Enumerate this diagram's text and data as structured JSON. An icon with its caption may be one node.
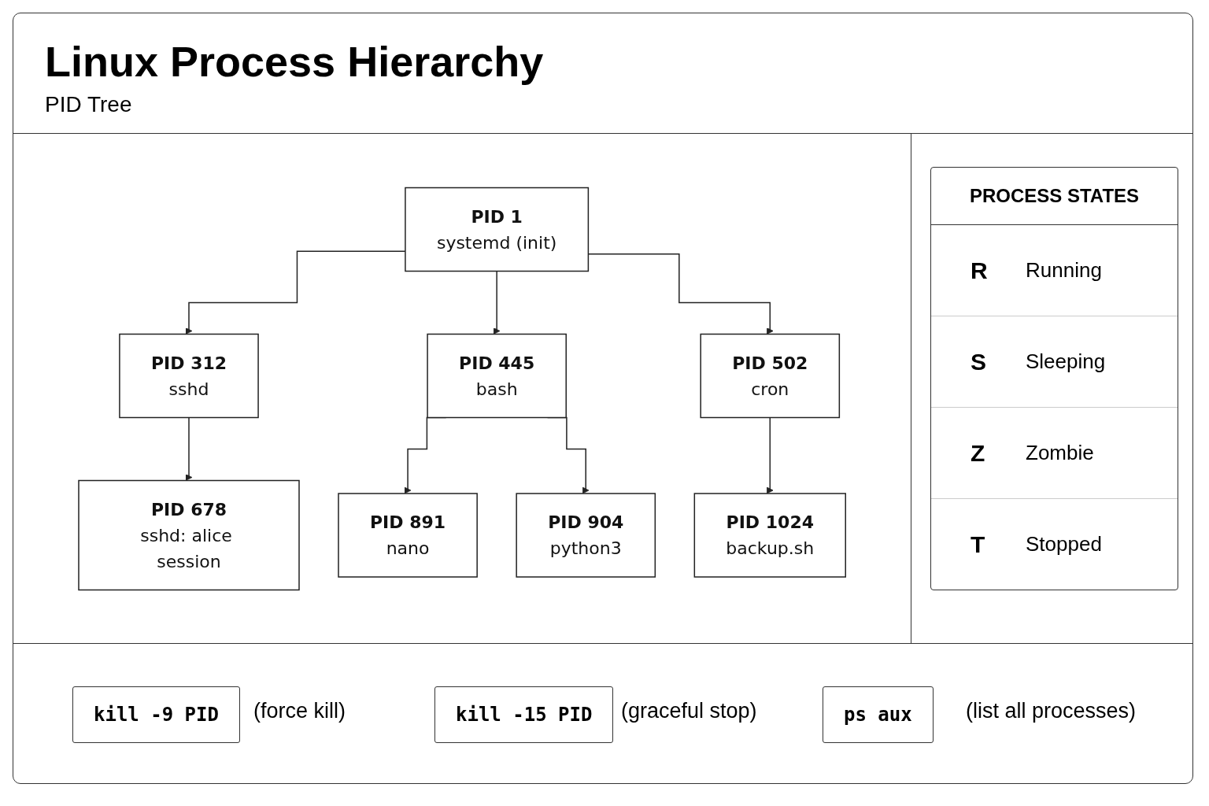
{
  "diagram": {
    "title": "Linux Process Hierarchy",
    "caption": "PID Tree",
    "nodes": [
      {
        "text": [
          "PID 1",
          "systemd (init)"
        ]
      },
      {
        "text": [
          "PID 312",
          "sshd"
        ]
      },
      {
        "text": [
          "PID 445",
          "bash"
        ]
      },
      {
        "text": [
          "PID 502",
          "cron"
        ]
      },
      {
        "text": [
          "PID 678",
          "sshd: alice session"
        ]
      },
      {
        "text": [
          "PID 891",
          "nano"
        ]
      },
      {
        "text": [
          "PID 904",
          "python3"
        ]
      },
      {
        "text": [
          "PID 1024",
          "backup.sh"
        ]
      },
      {
        "text": [
          "kill -9 PID"
        ],
        "beside": [
          "(force kill)"
        ]
      },
      {
        "text": [
          "kill -15 PID"
        ],
        "beside": [
          "(graceful stop)"
        ]
      },
      {
        "text": [
          "ps aux"
        ],
        "beside": [
          "(list all processes)"
        ]
      }
    ],
    "edges": [
      {
        "from": 0,
        "to": 1,
        "arrow": "to"
      },
      {
        "from": 0,
        "to": 2,
        "arrow": "to"
      },
      {
        "from": 0,
        "to": 3,
        "arrow": "to"
      },
      {
        "from": 1,
        "to": 4,
        "arrow": "to"
      },
      {
        "from": 2,
        "to": 5,
        "arrow": "to"
      },
      {
        "from": 2,
        "to": 6,
        "arrow": "to"
      },
      {
        "from": 3,
        "to": 7,
        "arrow": "to"
      }
    ],
    "labels": [
      "PROCESS STATES",
      "R",
      "Running",
      "S",
      "Sleeping",
      "Z",
      "Zombie",
      "T",
      "Stopped"
    ]
  }
}
